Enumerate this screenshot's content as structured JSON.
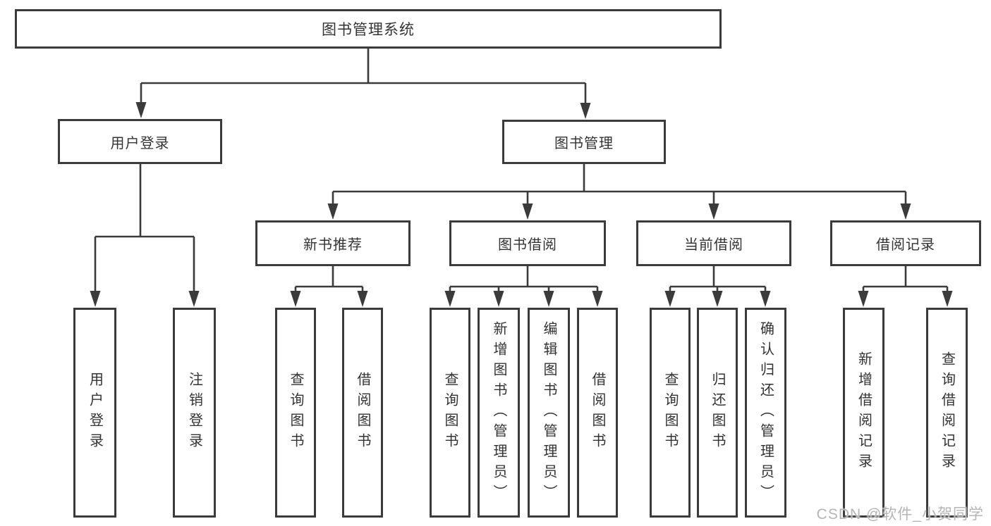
{
  "tree": {
    "label": "图书管理系统",
    "children": [
      {
        "label": "用户登录",
        "children": [
          {
            "label": "用户登录"
          },
          {
            "label": "注销登录"
          }
        ]
      },
      {
        "label": "图书管理",
        "children": [
          {
            "label": "新书推荐",
            "children": [
              {
                "label": "查询图书"
              },
              {
                "label": "借阅图书"
              }
            ]
          },
          {
            "label": "图书借阅",
            "children": [
              {
                "label": "查询图书"
              },
              {
                "label": "新增图书（管理员）"
              },
              {
                "label": "编辑图书（管理员）"
              },
              {
                "label": "借阅图书"
              }
            ]
          },
          {
            "label": "当前借阅",
            "children": [
              {
                "label": "查询图书"
              },
              {
                "label": "归还图书"
              },
              {
                "label": "确认归还（管理员）"
              }
            ]
          },
          {
            "label": "借阅记录",
            "children": [
              {
                "label": "新增借阅记录"
              },
              {
                "label": "查询借阅记录"
              }
            ]
          }
        ]
      }
    ]
  },
  "watermark": {
    "text": "CSDN @软件_小贺同学"
  },
  "colors": {
    "line": "#3b3b3b",
    "text": "#333333",
    "background": "#ffffff",
    "watermark": "#b5b5b5"
  }
}
